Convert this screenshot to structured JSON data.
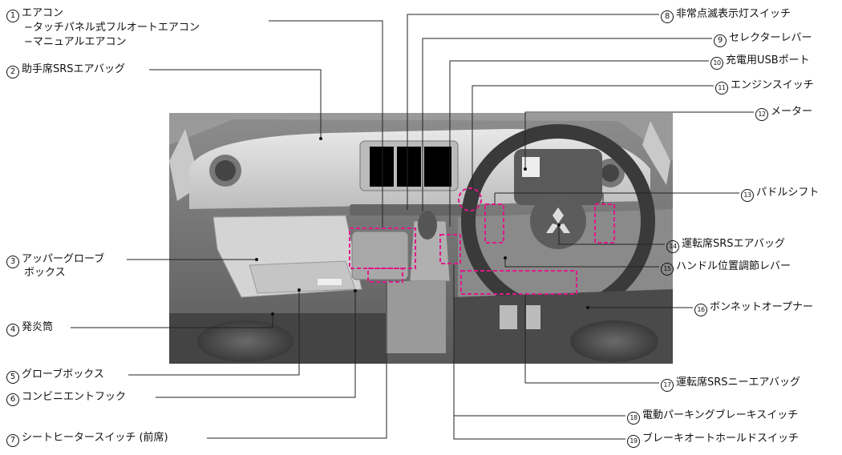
{
  "labels": {
    "l1": {
      "num": "1",
      "text": "エアコン"
    },
    "l1a": {
      "text": "−タッチパネル式フルオートエアコン"
    },
    "l1b": {
      "text": "−マニュアルエアコン"
    },
    "l2": {
      "num": "2",
      "text": "助手席SRSエアバッグ"
    },
    "l3": {
      "num": "3",
      "text": "アッパーグローブ"
    },
    "l3b": {
      "text": "ボックス"
    },
    "l4": {
      "num": "4",
      "text": "発炎筒"
    },
    "l5": {
      "num": "5",
      "text": "グローブボックス"
    },
    "l6": {
      "num": "6",
      "text": "コンビニエントフック"
    },
    "l7": {
      "num": "7",
      "text": "シートヒータースイッチ (前席)"
    },
    "l8": {
      "num": "8",
      "text": "非常点滅表示灯スイッチ"
    },
    "l9": {
      "num": "9",
      "text": "セレクターレバー"
    },
    "l10": {
      "num": "10",
      "text": "充電用USBポート"
    },
    "l11": {
      "num": "11",
      "text": "エンジンスイッチ"
    },
    "l12": {
      "num": "12",
      "text": "メーター"
    },
    "l13": {
      "num": "13",
      "text": "パドルシフト"
    },
    "l14": {
      "num": "14",
      "text": "運転席SRSエアバッグ"
    },
    "l15": {
      "num": "15",
      "text": "ハンドル位置調節レバー"
    },
    "l16": {
      "num": "16",
      "text": "ボンネットオープナー"
    },
    "l17": {
      "num": "17",
      "text": "運転席SRSニーエアバッグ"
    },
    "l18": {
      "num": "18",
      "text": "電動パーキングブレーキスイッチ"
    },
    "l19": {
      "num": "19",
      "text": "ブレーキオートホールドスイッチ"
    }
  },
  "colors": {
    "highlight": "#e0188a",
    "line": "#222222"
  },
  "icons": {
    "logo": "three-diamond-logo"
  }
}
